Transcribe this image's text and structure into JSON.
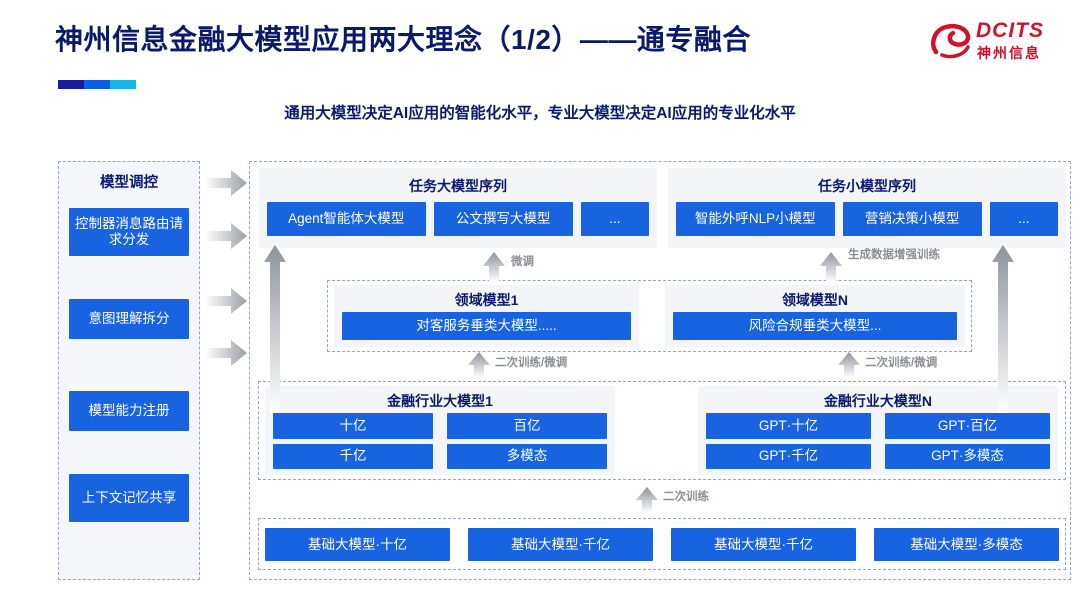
{
  "header": {
    "title": "神州信息金融大模型应用两大理念（1/2）——通专融合",
    "subtitle": "通用大模型决定AI应用的智能化水平，专业大模型决定AI应用的专业化水平",
    "accent_dark": "#1b1b9e",
    "accent_mid": "#0b5fe6",
    "accent_light": "#17b6e8",
    "title_color": "#0a1a6b"
  },
  "logo": {
    "mark": "dcits-swirl-logo",
    "wordmark": "DCITS",
    "cn_name": "神州信息",
    "color": "#d0112b"
  },
  "sidebar": {
    "title": "模型调控",
    "items": [
      {
        "label": "控制器消息路由请求分发"
      },
      {
        "label": "意图理解拆分"
      },
      {
        "label": "模型能力注册"
      },
      {
        "label": "上下文记忆共享"
      }
    ]
  },
  "diagram": {
    "task_large": {
      "title": "任务大模型序列",
      "items": [
        "Agent智能体大模型",
        "公文撰写大模型",
        "..."
      ]
    },
    "task_small": {
      "title": "任务小模型序列",
      "items": [
        "智能外呼NLP小模型",
        "营销决策小模型",
        "..."
      ]
    },
    "domain_models": [
      {
        "title": "领域模型1",
        "item": "对客服务垂类大模型....."
      },
      {
        "title": "领域模型N",
        "item": "风险合规垂类大模型..."
      }
    ],
    "industry_models": [
      {
        "title": "金融行业大模型1",
        "items": [
          "十亿",
          "百亿",
          "千亿",
          "多模态"
        ]
      },
      {
        "title": "金融行业大模型N",
        "items": [
          "GPT·十亿",
          "GPT·百亿",
          "GPT·千亿",
          "GPT·多模态"
        ]
      }
    ],
    "base_models": [
      "基础大模型·十亿",
      "基础大模型·千亿",
      "基础大模型·千亿",
      "基础大模型·多模态"
    ],
    "arrow_labels": {
      "fine_tune": "微调",
      "data_aug": "生成数据增强训练",
      "retrain_fine_tune_left": "二次训练/微调",
      "retrain_fine_tune_right": "二次训练/微调",
      "retrain": "二次训练"
    },
    "box_color": "#1763e0",
    "panel_bg": "#f3f5f8",
    "dash_border": "#8ea7d8"
  }
}
